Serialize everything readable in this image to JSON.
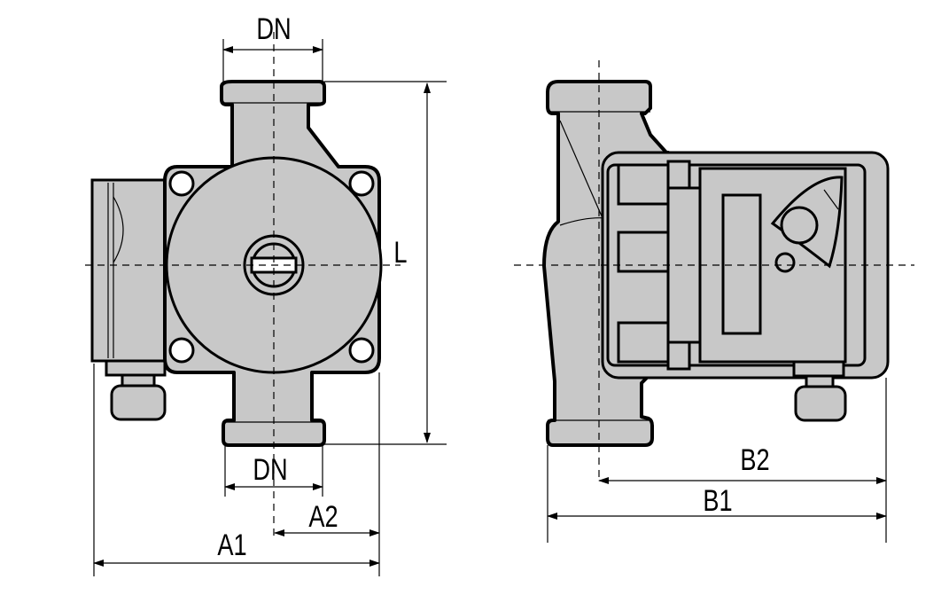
{
  "labels": {
    "dn_top": "DN",
    "dn_bottom": "DN",
    "l": "L",
    "a1": "A1",
    "a2": "A2",
    "b1": "B1",
    "b2": "B2"
  },
  "colors": {
    "line": "#000000",
    "fill": "#c8c8c8",
    "background": "#ffffff"
  }
}
